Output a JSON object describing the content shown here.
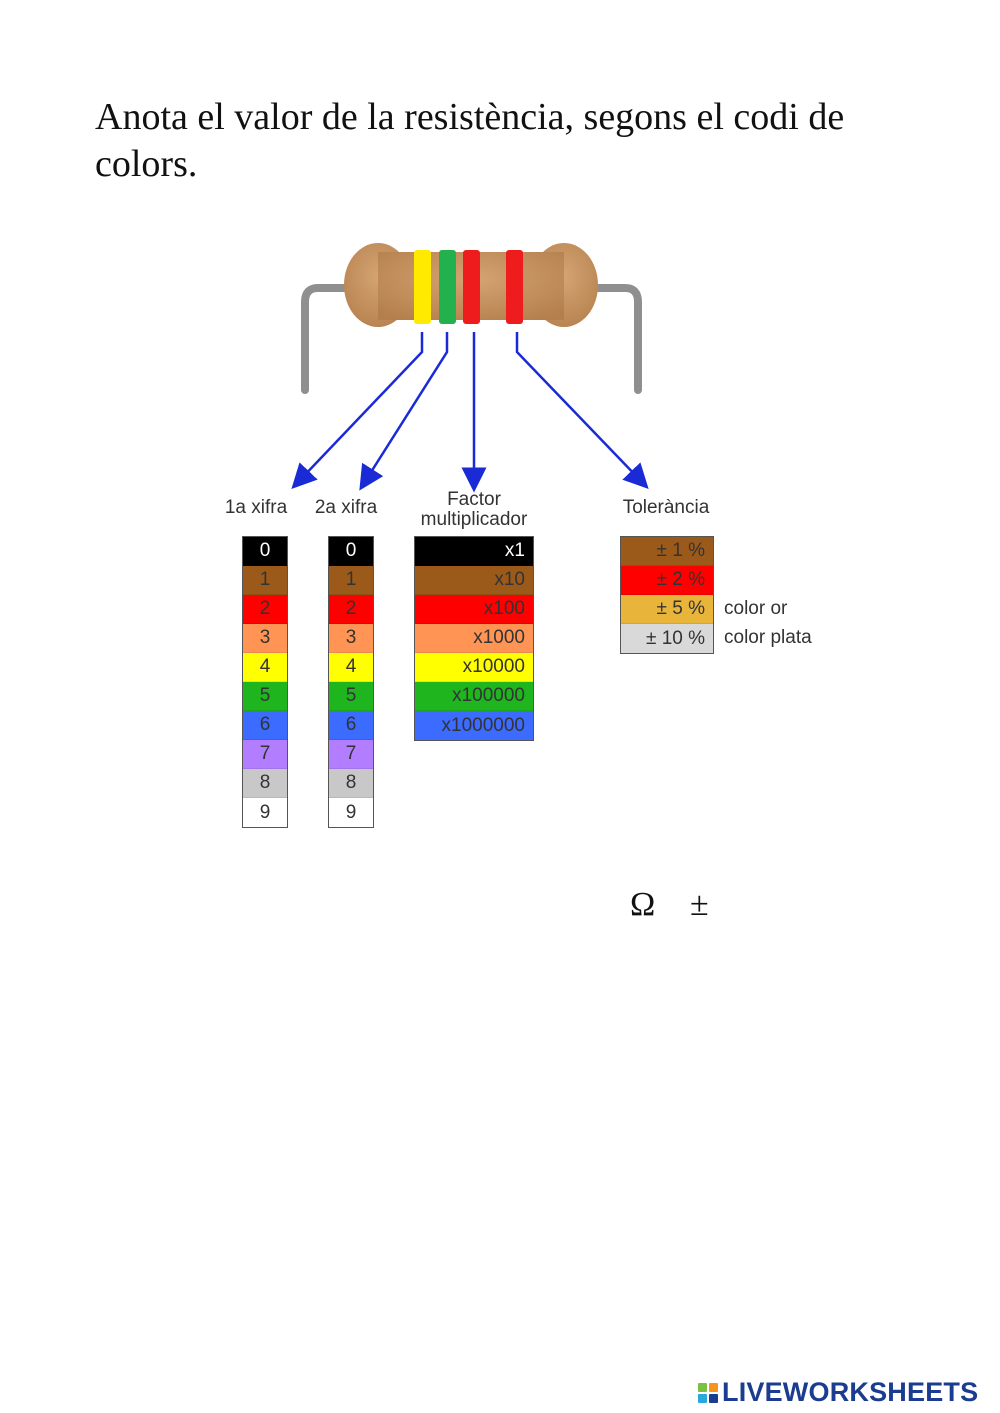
{
  "instruction": "Anota el valor de la resistència, segons el codi de colors.",
  "resistor": {
    "body_color": "#c4935f",
    "bands": [
      "#ffea00",
      "#22b14c",
      "#ee1c1c",
      "#ee1c1c"
    ],
    "lead_color": "#9a9a9a",
    "arrow_color": "#1a2bd6"
  },
  "columns": {
    "first_digit": {
      "title": "1a xifra",
      "rows": [
        {
          "label": "0",
          "color": "#000000",
          "text": "#ffffff"
        },
        {
          "label": "1",
          "color": "#9b5a1a",
          "text": "#333333"
        },
        {
          "label": "2",
          "color": "#ff0000",
          "text": "#333333"
        },
        {
          "label": "3",
          "color": "#ff9455",
          "text": "#333333"
        },
        {
          "label": "4",
          "color": "#ffff00",
          "text": "#333333"
        },
        {
          "label": "5",
          "color": "#1fb51f",
          "text": "#333333"
        },
        {
          "label": "6",
          "color": "#3b6bff",
          "text": "#333333"
        },
        {
          "label": "7",
          "color": "#b27dff",
          "text": "#333333"
        },
        {
          "label": "8",
          "color": "#c8c8c8",
          "text": "#333333"
        },
        {
          "label": "9",
          "color": "#ffffff",
          "text": "#333333"
        }
      ]
    },
    "second_digit": {
      "title": "2a xifra",
      "rows": [
        {
          "label": "0",
          "color": "#000000",
          "text": "#ffffff"
        },
        {
          "label": "1",
          "color": "#9b5a1a",
          "text": "#333333"
        },
        {
          "label": "2",
          "color": "#ff0000",
          "text": "#333333"
        },
        {
          "label": "3",
          "color": "#ff9455",
          "text": "#333333"
        },
        {
          "label": "4",
          "color": "#ffff00",
          "text": "#333333"
        },
        {
          "label": "5",
          "color": "#1fb51f",
          "text": "#333333"
        },
        {
          "label": "6",
          "color": "#3b6bff",
          "text": "#333333"
        },
        {
          "label": "7",
          "color": "#b27dff",
          "text": "#333333"
        },
        {
          "label": "8",
          "color": "#c8c8c8",
          "text": "#333333"
        },
        {
          "label": "9",
          "color": "#ffffff",
          "text": "#333333"
        }
      ]
    },
    "multiplier": {
      "title_line1": "Factor",
      "title_line2": "multiplicador",
      "rows": [
        {
          "label": "x1",
          "color": "#000000",
          "text": "#ffffff"
        },
        {
          "label": "x10",
          "color": "#9b5a1a",
          "text": "#333333"
        },
        {
          "label": "x100",
          "color": "#ff0000",
          "text": "#333333"
        },
        {
          "label": "x1000",
          "color": "#ff9455",
          "text": "#333333"
        },
        {
          "label": "x10000",
          "color": "#ffff00",
          "text": "#333333"
        },
        {
          "label": "x100000",
          "color": "#1fb51f",
          "text": "#333333"
        },
        {
          "label": "x1000000",
          "color": "#3b6bff",
          "text": "#333333"
        }
      ]
    },
    "tolerance": {
      "title": "Tolerància",
      "rows": [
        {
          "label": "± 1 %",
          "color": "#9b5a1a",
          "text": "#333333"
        },
        {
          "label": "± 2 %",
          "color": "#ff0000",
          "text": "#333333"
        },
        {
          "label": "± 5 %",
          "color": "#e8b43a",
          "text": "#333333"
        },
        {
          "label": "± 10 %",
          "color": "#d9d9d9",
          "text": "#333333"
        }
      ],
      "notes": [
        "color or",
        "color plata"
      ]
    }
  },
  "answer": {
    "ohm_symbol": "Ω",
    "plus_minus_symbol": "±"
  },
  "footer": {
    "logo_text": "LIVEWORKSHEETS",
    "logo_colors": [
      "#7ac143",
      "#f7941d",
      "#29a8e0",
      "#1b3c8f"
    ]
  }
}
